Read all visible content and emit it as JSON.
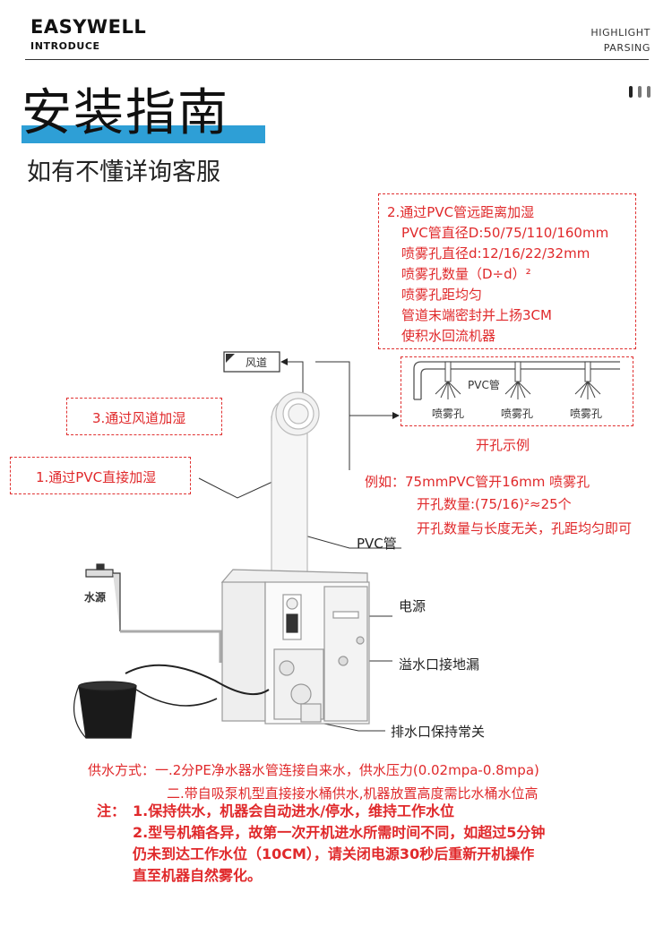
{
  "header": {
    "brand": "EASYWELL",
    "brand_sub": "INTRODUCE",
    "highlight_1": "HIGHLIGHT",
    "highlight_2": "PARSING"
  },
  "title": "安装指南",
  "subtitle": "如有不懂详询客服",
  "pvc_box": {
    "heading": "2.通过PVC管远距离加湿",
    "lines": [
      "PVC管直径D:50/75/110/160mm",
      "喷雾孔直径d:12/16/22/32mm",
      "喷雾孔数量（D÷d）²",
      "喷雾孔距均匀",
      "管道末端密封并上扬3CM",
      "使积水回流机器"
    ]
  },
  "duct_label": "风道",
  "pipe_example": {
    "pipe_label": "PVC管",
    "nozzles": [
      "喷雾孔",
      "喷雾孔",
      "喷雾孔"
    ],
    "caption": "开孔示例"
  },
  "method3": "3.通过风道加湿",
  "method1": "1.通过PVC直接加湿",
  "example": {
    "line1": "例如：75mmPVC管开16mm 喷雾孔",
    "line2": "开孔数量:(75/16)²≈25个",
    "line3": "开孔数量与长度无关，孔距均匀即可"
  },
  "labels": {
    "pvc": "PVC管",
    "water_source": "水源",
    "power": "电源",
    "overflow": "溢水口接地漏",
    "drain": "排水口保持常关"
  },
  "supply": {
    "line1": "供水方式：一.2分PE净水器水管连接自来水，供水压力(0.02mpa-0.8mpa)",
    "line2": "二.带自吸泵机型直接接水桶供水,机器放置高度需比水桶水位高"
  },
  "notes": {
    "prefix": "注：",
    "n1": "1.保持供水，机器会自动进水/停水，维持工作水位",
    "n2a": "2.型号机箱各异，故第一次开机进水所需时间不同，如超过5分钟",
    "n2b": "仍未到达工作水位（10CM），请关闭电源30秒后重新开机操作",
    "n2c": "直至机器自然雾化。"
  },
  "colors": {
    "accent_blue": "#2e9fd6",
    "annotation_red": "#e0292b"
  }
}
